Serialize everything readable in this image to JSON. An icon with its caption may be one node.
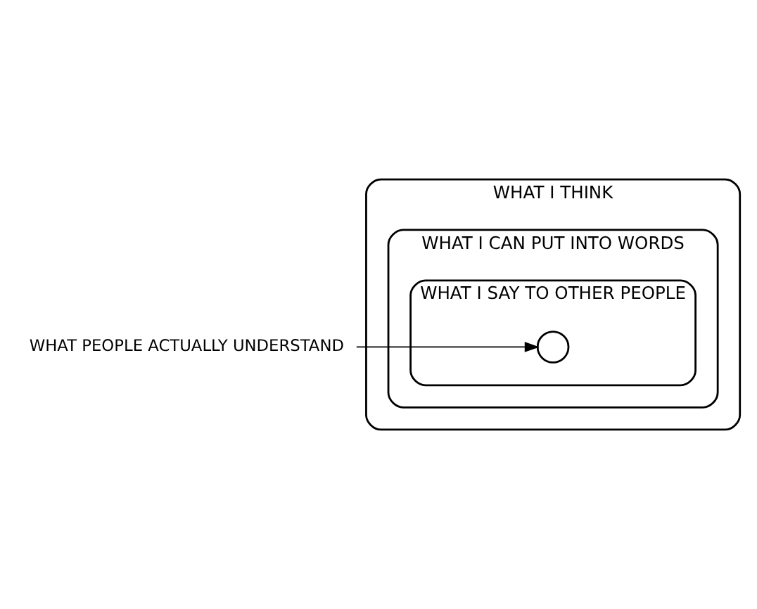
{
  "diagram": {
    "nodes": [
      {
        "text": [
          "WHAT I THINK"
        ]
      },
      {
        "text": [
          "WHAT I CAN PUT INTO WORDS"
        ],
        "in": 0
      },
      {
        "text": [
          "WHAT I SAY TO OTHER PEOPLE"
        ],
        "in": 1
      },
      {
        "text": [],
        "shape": "circle",
        "in": 2
      },
      {
        "text": [
          "WHAT PEOPLE ACTUALLY UNDERSTAND"
        ]
      }
    ],
    "edges": [
      {
        "from": 4,
        "to": 3,
        "arrow": "to"
      }
    ]
  }
}
